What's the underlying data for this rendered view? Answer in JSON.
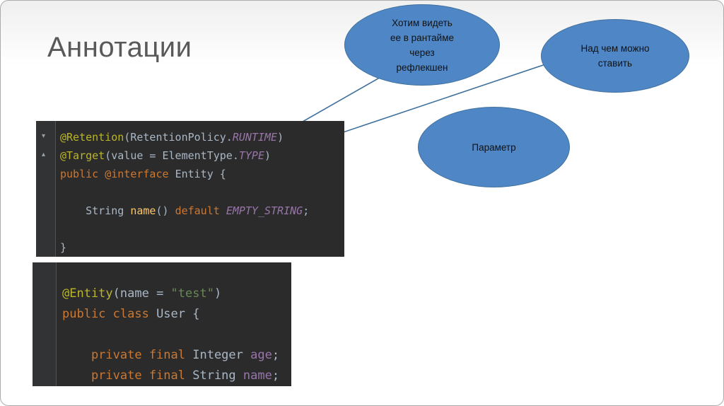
{
  "slide": {
    "title": "Аннотации"
  },
  "callouts": {
    "runtime": {
      "text": "Хотим видеть ее в рантайме через рефлекшен",
      "lines": [
        "Хотим видеть",
        "ее в рантайме",
        "через",
        "рефлекшен"
      ]
    },
    "target": {
      "text": "Над чем можно ставить",
      "lines": [
        "Над чем можно",
        "ставить"
      ]
    },
    "param": {
      "text": "Параметр",
      "lines": [
        "Параметр"
      ]
    }
  },
  "icons": {
    "gutter_fold_1": "▾",
    "gutter_fold_2": "▴"
  },
  "colors": {
    "accent_blue": "#4f86c6",
    "arrow": "#41719c",
    "title_gray": "#595959",
    "code_bg": "#2b2b2b",
    "code_gutter_bg": "#313335",
    "tok_plain": "#a9b7c6",
    "tok_annotation": "#bbb529",
    "tok_keyword": "#cc7832",
    "tok_constant": "#9876aa",
    "tok_string": "#6a8759",
    "tok_method": "#ffc66d",
    "tok_field": "#9876aa"
  },
  "code_blocks": {
    "annotation_definition": {
      "lines": [
        [
          {
            "t": "@Retention",
            "c": "ann"
          },
          {
            "t": "(RetentionPolicy.",
            "c": "plain"
          },
          {
            "t": "RUNTIME",
            "c": "const"
          },
          {
            "t": ")",
            "c": "plain"
          }
        ],
        [
          {
            "t": "@Target",
            "c": "ann"
          },
          {
            "t": "(value = ElementType.",
            "c": "plain"
          },
          {
            "t": "TYPE",
            "c": "const"
          },
          {
            "t": ")",
            "c": "plain"
          }
        ],
        [
          {
            "t": "public @interface ",
            "c": "kw"
          },
          {
            "t": "Entity {",
            "c": "plain"
          }
        ],
        [],
        [
          {
            "t": "    String ",
            "c": "plain"
          },
          {
            "t": "name",
            "c": "method"
          },
          {
            "t": "() ",
            "c": "plain"
          },
          {
            "t": "default ",
            "c": "kw"
          },
          {
            "t": "EMPTY_STRING",
            "c": "const"
          },
          {
            "t": ";",
            "c": "plain"
          }
        ],
        [],
        [
          {
            "t": "}",
            "c": "plain"
          }
        ]
      ]
    },
    "annotation_usage": {
      "lines": [
        [
          {
            "t": "@Entity",
            "c": "ann"
          },
          {
            "t": "(name = ",
            "c": "plain"
          },
          {
            "t": "\"test\"",
            "c": "str"
          },
          {
            "t": ")",
            "c": "plain"
          }
        ],
        [
          {
            "t": "public class ",
            "c": "kw"
          },
          {
            "t": "User {",
            "c": "plain"
          }
        ],
        [],
        [
          {
            "t": "    private final ",
            "c": "kw"
          },
          {
            "t": "Integer ",
            "c": "plain"
          },
          {
            "t": "age",
            "c": "field"
          },
          {
            "t": ";",
            "c": "plain"
          }
        ],
        [
          {
            "t": "    private final ",
            "c": "kw"
          },
          {
            "t": "String ",
            "c": "plain"
          },
          {
            "t": "name",
            "c": "field"
          },
          {
            "t": ";",
            "c": "plain"
          }
        ]
      ]
    }
  }
}
